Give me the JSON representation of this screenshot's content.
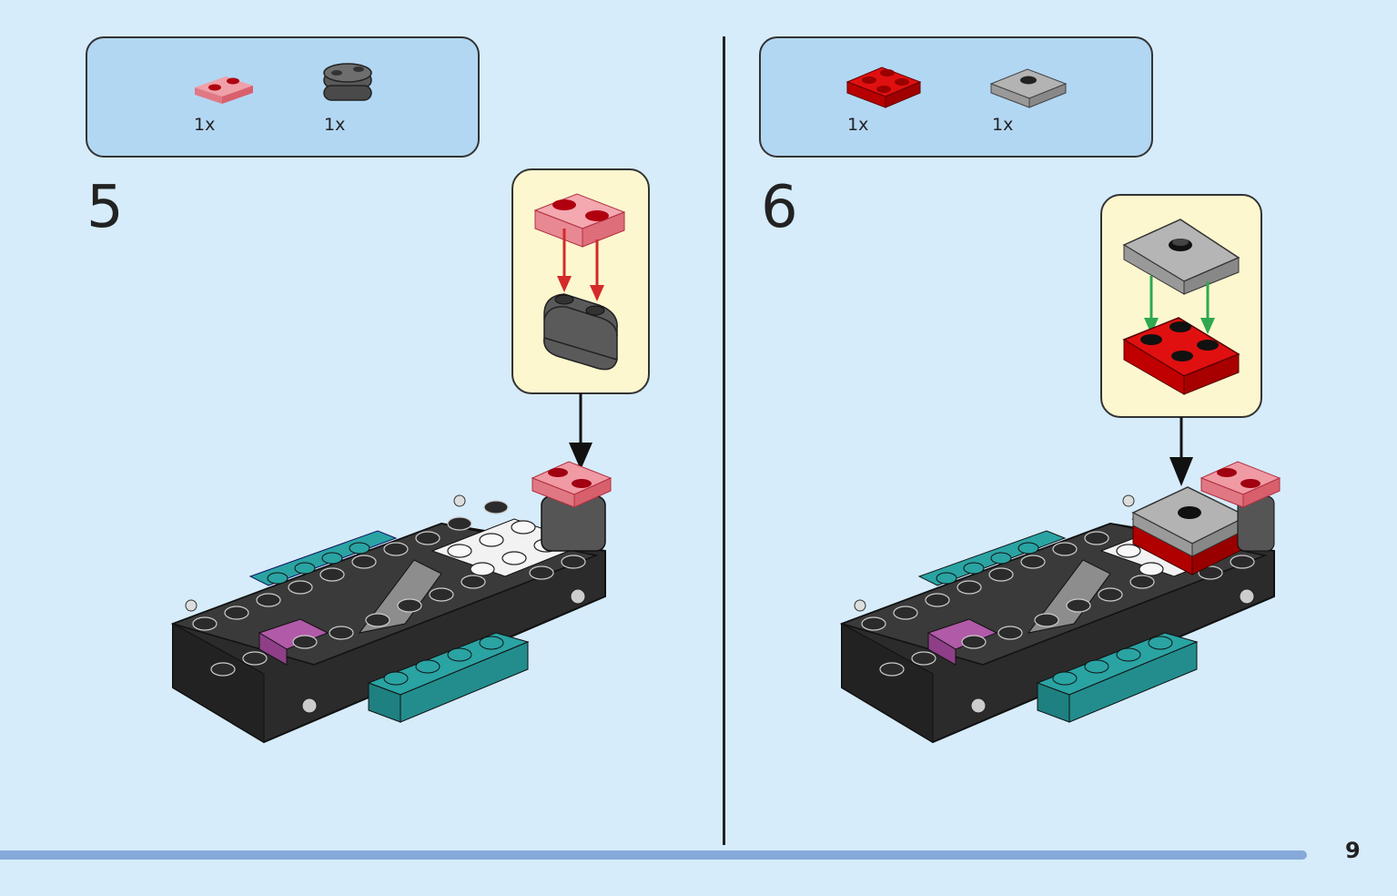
{
  "steps": [
    {
      "number": "5",
      "parts": [
        {
          "qty": "1x",
          "part": "trans-red-plate-1x2-icon",
          "color": "#e8858f"
        },
        {
          "qty": "1x",
          "part": "dark-grey-bracket-icon",
          "color": "#555555"
        }
      ]
    },
    {
      "number": "6",
      "parts": [
        {
          "qty": "1x",
          "part": "red-plate-2x2-icon",
          "color": "#d40000"
        },
        {
          "qty": "1x",
          "part": "grey-jumper-plate-icon",
          "color": "#a3a3a3"
        }
      ]
    }
  ],
  "colors": {
    "background": "#d6ecfb",
    "parts_box": "#b2d7f3",
    "callout": "#fdf7cf",
    "teal": "#2a9c9c",
    "magenta": "#a8489c",
    "dark": "#2b2b2b",
    "arrow_red": "#d42a2a",
    "arrow_green": "#2fa84f"
  },
  "page_number": "9"
}
